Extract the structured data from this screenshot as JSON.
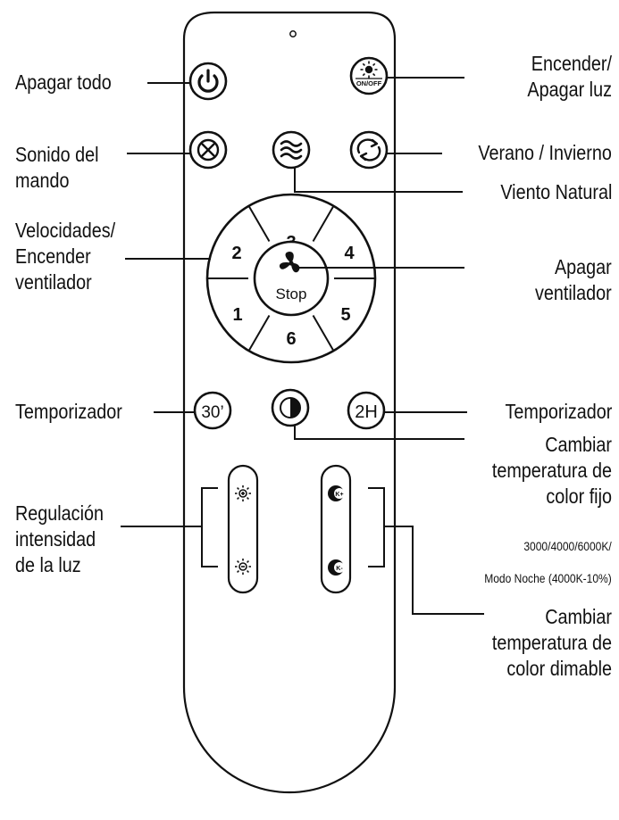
{
  "remote": {
    "fan_numbers": [
      "3",
      "4",
      "5",
      "6",
      "1",
      "2"
    ],
    "stop_label": "Stop",
    "onoff_label": "ON/OFF",
    "timer_30_label": "30’",
    "timer_2h_label": "2H",
    "color_up_label": "K+",
    "color_down_label": "K-"
  },
  "labels": {
    "apagar_todo": [
      "Apagar todo"
    ],
    "encender_luz": [
      "Encender/",
      "Apagar luz"
    ],
    "sonido": [
      "Sonido del",
      "mando"
    ],
    "verano": [
      "Verano / Invierno"
    ],
    "viento": [
      "Viento Natural"
    ],
    "velocidades": [
      "Velocidades/",
      "Encender",
      "ventilador"
    ],
    "apagar_vent": [
      "Apagar",
      "ventilador"
    ],
    "temp_left": [
      "Temporizador"
    ],
    "temp_right": [
      "Temporizador"
    ],
    "cambiar_fijo": [
      "Cambiar",
      "temperatura de",
      "color fijo"
    ],
    "fijo_detail": [
      "3000/4000/6000K/",
      "Modo Noche (4000K-10%)"
    ],
    "regulacion": [
      "Regulación",
      "intensidad",
      "de la luz"
    ],
    "cambiar_dim": [
      "Cambiar",
      "temperatura de",
      "color dimable"
    ]
  },
  "colors": {
    "ink": "#111111",
    "background": "#ffffff"
  }
}
